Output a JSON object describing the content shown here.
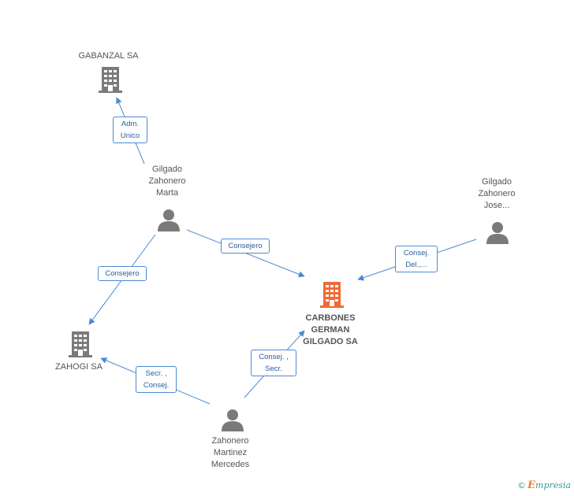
{
  "colors": {
    "edge": "#4a8ad4",
    "company_icon": "#7a7a7a",
    "main_company_icon": "#f06a35",
    "person_icon": "#7a7a7a"
  },
  "nodes": {
    "gabanzal": {
      "label": "GABANZAL SA",
      "icon": "building-icon"
    },
    "gilgado_marta": {
      "label": "Gilgado\nZahonero\nMarta",
      "icon": "person-icon"
    },
    "gilgado_jose": {
      "label": "Gilgado\nZahonero\nJose...",
      "icon": "person-icon"
    },
    "carbones": {
      "label": "CARBONES\nGERMAN\nGILGADO SA",
      "icon": "building-icon"
    },
    "zahogi": {
      "label": "ZAHOGI SA",
      "icon": "building-icon"
    },
    "zahonero_mercedes": {
      "label": "Zahonero\nMartinez\nMercedes",
      "icon": "person-icon"
    }
  },
  "edges": {
    "marta_gabanzal": "Adm.\nUnico",
    "marta_carbones": "Consejero",
    "marta_zahogi": "Consejero",
    "jose_carbones": "Consej.\nDel.,...",
    "mercedes_carbones": "Consej. ,\nSecr.",
    "mercedes_zahogi": "Secr. ,\nConsej."
  },
  "footer": {
    "copyright": "©",
    "brand_first": "E",
    "brand_rest": "mpresia"
  }
}
